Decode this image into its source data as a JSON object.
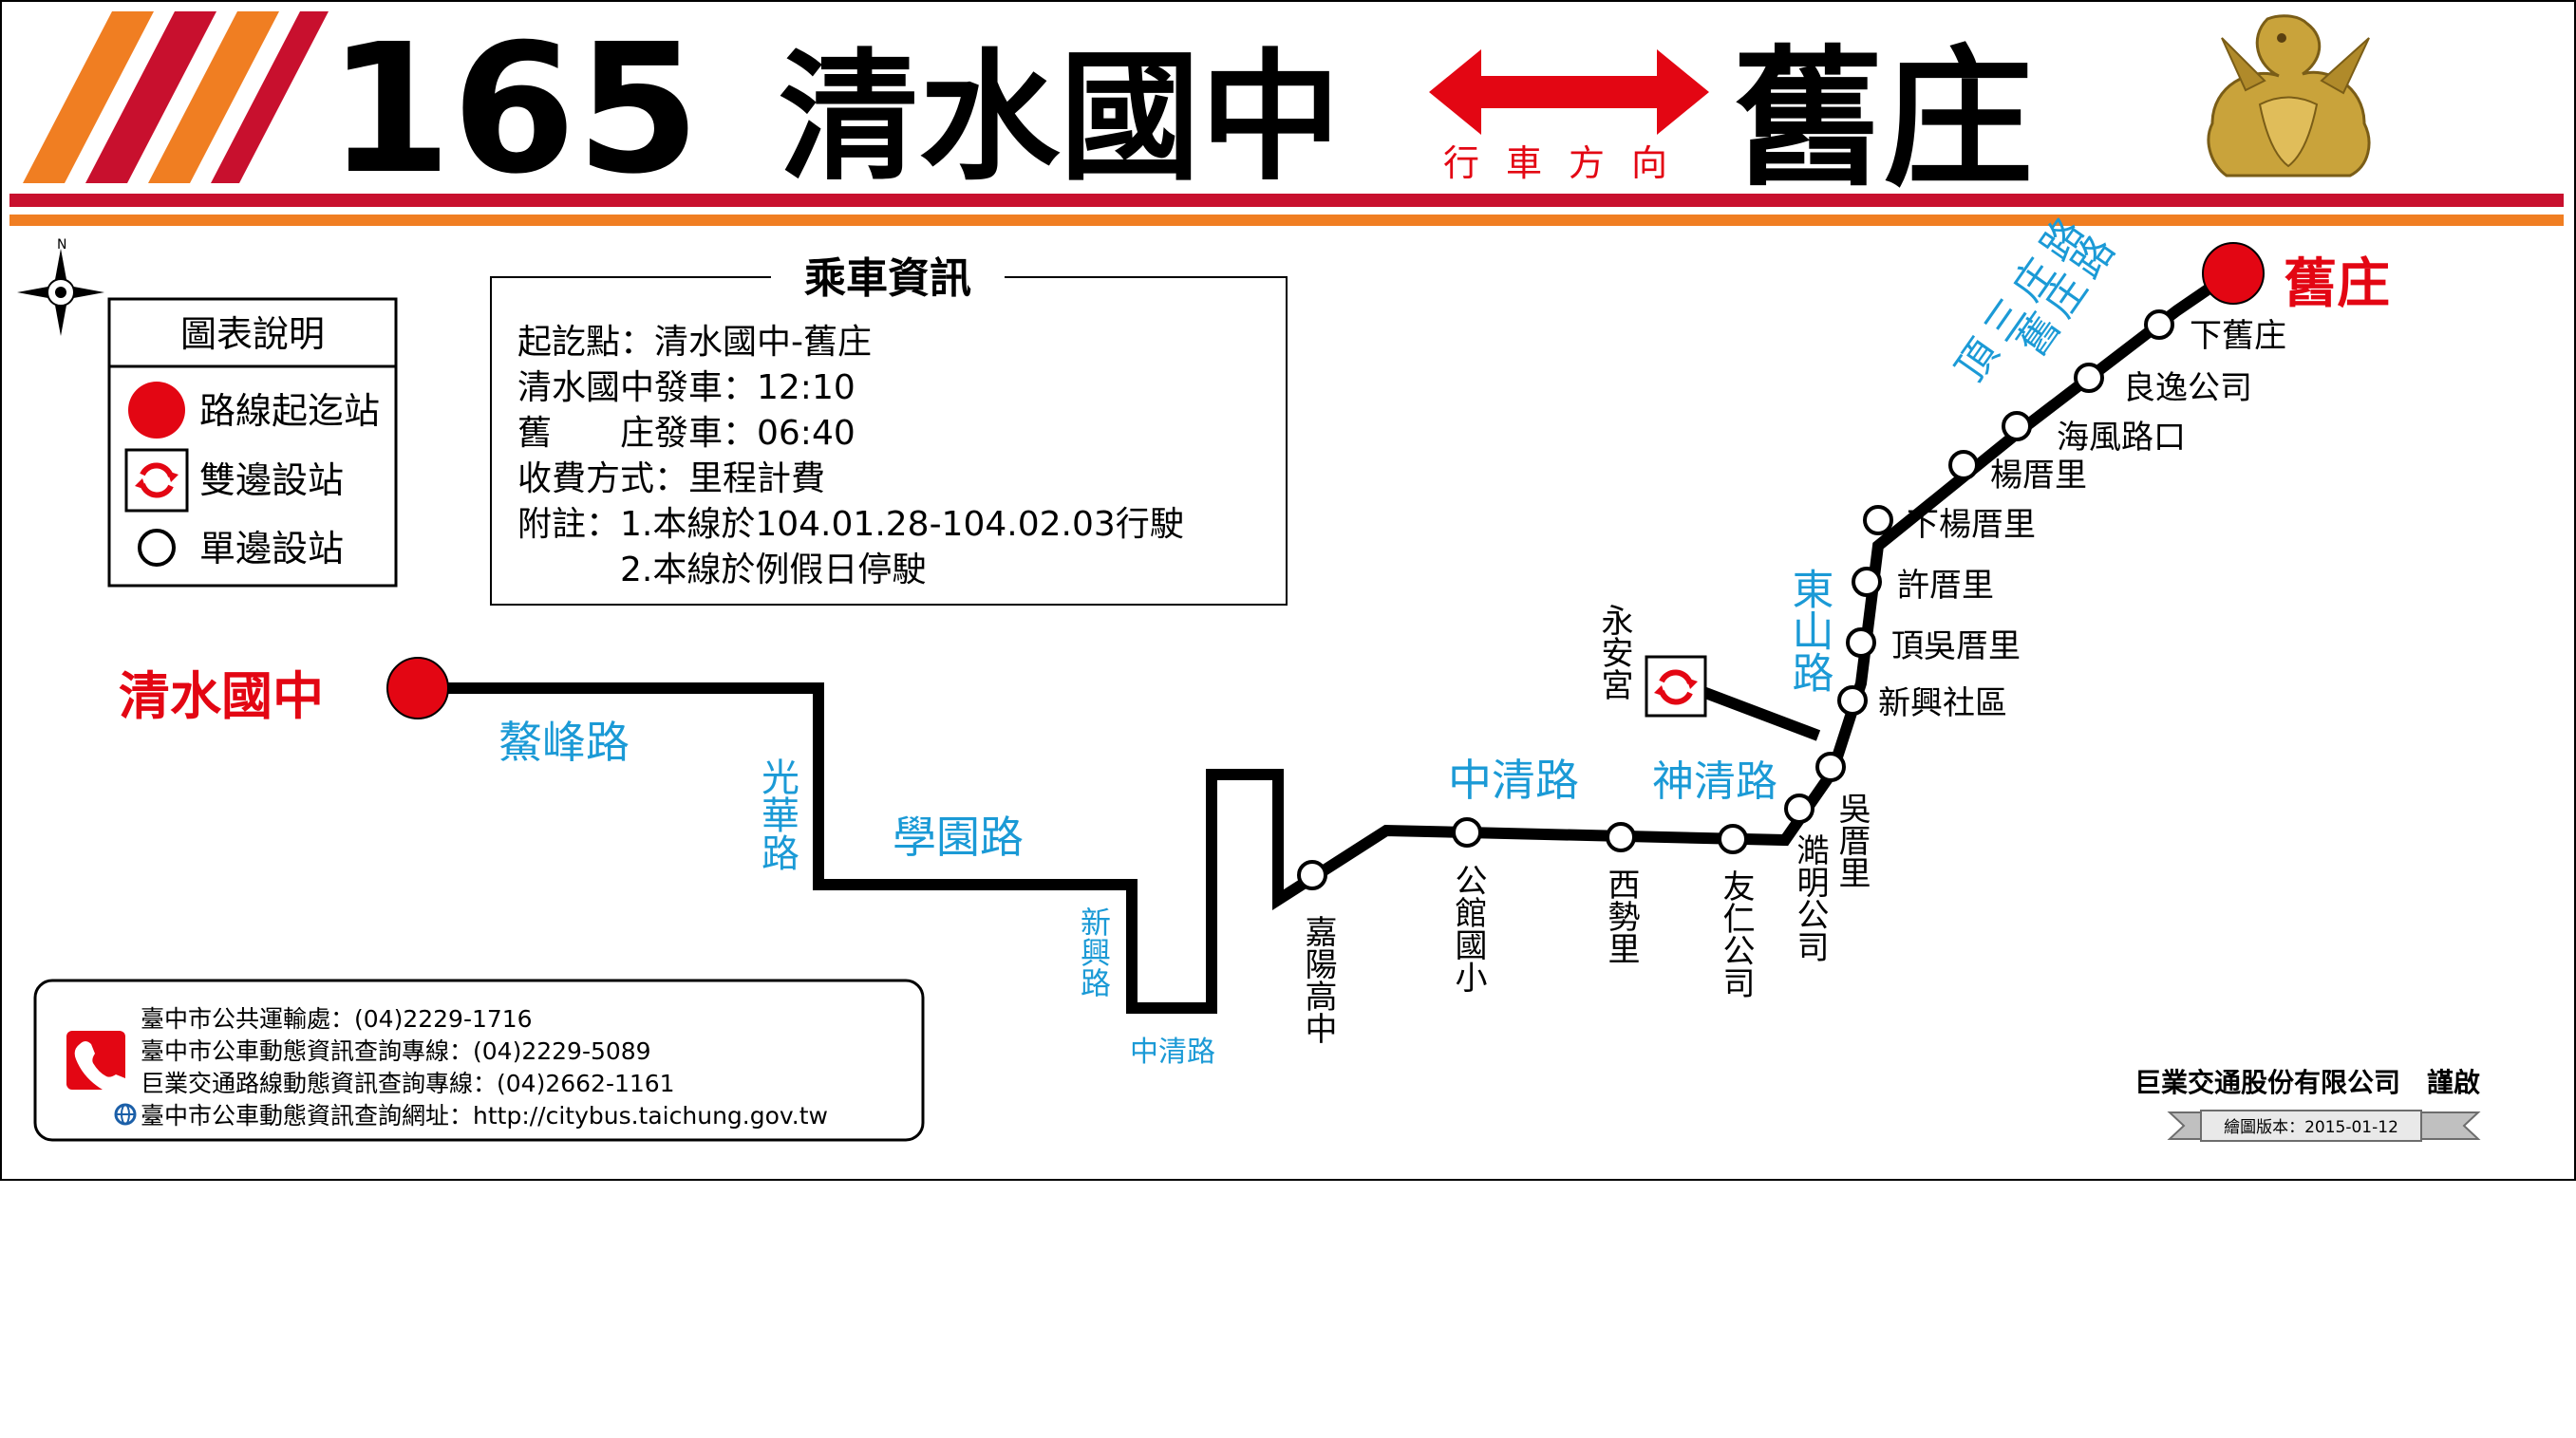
{
  "header": {
    "route_number": "165",
    "origin": "清水國中",
    "destination": "舊庄",
    "direction_label": "行車方向"
  },
  "legend": {
    "title": "圖表說明",
    "items": [
      {
        "symbol": "terminal",
        "label": "路線起迄站"
      },
      {
        "symbol": "double-side",
        "label": "雙邊設站"
      },
      {
        "symbol": "single-side",
        "label": "單邊設站"
      }
    ]
  },
  "compass": {
    "north": "N"
  },
  "info": {
    "title": "乘車資訊",
    "lines": [
      "起訖點：清水國中-舊庄",
      "清水國中發車：12:10",
      "舊　　庄發車：06:40",
      "收費方式：里程計費",
      "附註：1.本線於104.01.28-104.02.03行駛",
      "　　　2.本線於例假日停駛"
    ]
  },
  "terminals": {
    "start": "清水國中",
    "end": "舊庄"
  },
  "roads": {
    "aofeng": "鰲峰路",
    "guanghua": "光華路",
    "xueyuan": "學園路",
    "xinxing": "新興路",
    "zhongqing_low": "中清路",
    "zhongqing": "中清路",
    "shenqing": "神清路",
    "dongshan": "東山路",
    "dingsanzhuang": "頂三庄路",
    "jiuzhuang": "舊庄路"
  },
  "stops": {
    "jiayang": "嘉陽高中",
    "gongguan": "公館國小",
    "xishi": "西勢里",
    "youren": "友仁公司",
    "haoming": "澔明公司",
    "wucuo": "吳厝里",
    "yongan": "永安宮",
    "xinxing_community": "新興社區",
    "dingwucuo": "頂吳厝里",
    "xucuo": "許厝里",
    "xiayangcuo": "下楊厝里",
    "yangcuo": "楊厝里",
    "haifeng": "海風路口",
    "liangyi": "良逸公司",
    "xiajiuzhuang": "下舊庄"
  },
  "contact": {
    "lines": [
      "臺中市公共運輸處：(04)2229-1716",
      "臺中市公車動態資訊查詢專線：(04)2229-5089",
      "巨業交通路線動態資訊查詢專線：(04)2662-1161",
      "臺中市公車動態資訊查詢網址：http://citybus.taichung.gov.tw"
    ]
  },
  "footer": {
    "company": "巨業交通股份有限公司　謹啟",
    "version": "繪圖版本：2015-01-12"
  },
  "colors": {
    "route_line": "#000000",
    "terminal_red": "#e30613",
    "road_blue": "#1b9ad6",
    "header_red": "#c8102e",
    "header_orange": "#f07e22",
    "emblem_gold": "#c9a33b"
  },
  "icons": {
    "emblem": "eagle-emblem-icon",
    "compass": "compass-rose-icon",
    "phone": "phone-icon",
    "globe": "globe-icon",
    "direction": "double-arrow-icon"
  }
}
